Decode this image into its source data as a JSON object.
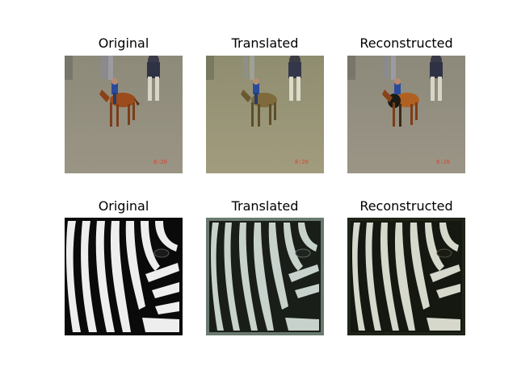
{
  "figure": {
    "rows": [
      {
        "subject": "horse-rider",
        "panels": [
          {
            "title": "Original"
          },
          {
            "title": "Translated"
          },
          {
            "title": "Reconstructed"
          }
        ]
      },
      {
        "subject": "zebra",
        "panels": [
          {
            "title": "Original"
          },
          {
            "title": "Translated"
          },
          {
            "title": "Reconstructed"
          }
        ]
      }
    ]
  }
}
